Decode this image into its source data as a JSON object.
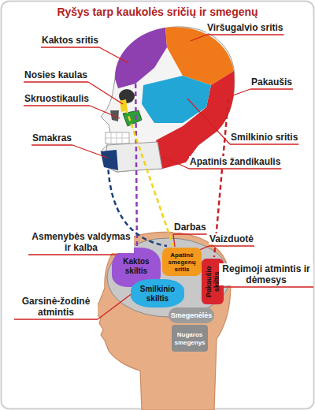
{
  "diagram": {
    "title": "Ryšys tarp kaukolės sričių ir smegenų",
    "nodes": [
      {
        "text": [
          "Kaktos skiltis"
        ]
      },
      {
        "text": [
          "Apatinė smegenų sritis"
        ]
      },
      {
        "text": [
          "Pakaušio skiltis"
        ]
      },
      {
        "text": [
          "Smilkinio skiltis"
        ]
      },
      {
        "text": [
          "Smegenėlės"
        ]
      },
      {
        "text": [
          "Nugaros smegenys"
        ]
      }
    ],
    "labels": [
      "Kaktos sritis",
      "Viršugalvio sritis",
      "Nosies kaulas",
      "Skruostikaulis",
      "Pakaušis",
      "Smakras",
      "Smilkinio sritis",
      "Apatinis žandikaulis",
      "Darbas",
      "Asmenybės valdymas ir kalba",
      "Vaizduotė",
      "Regimoji atmintis ir dėmesys",
      "Garsinė-žodinė atmintis"
    ]
  }
}
